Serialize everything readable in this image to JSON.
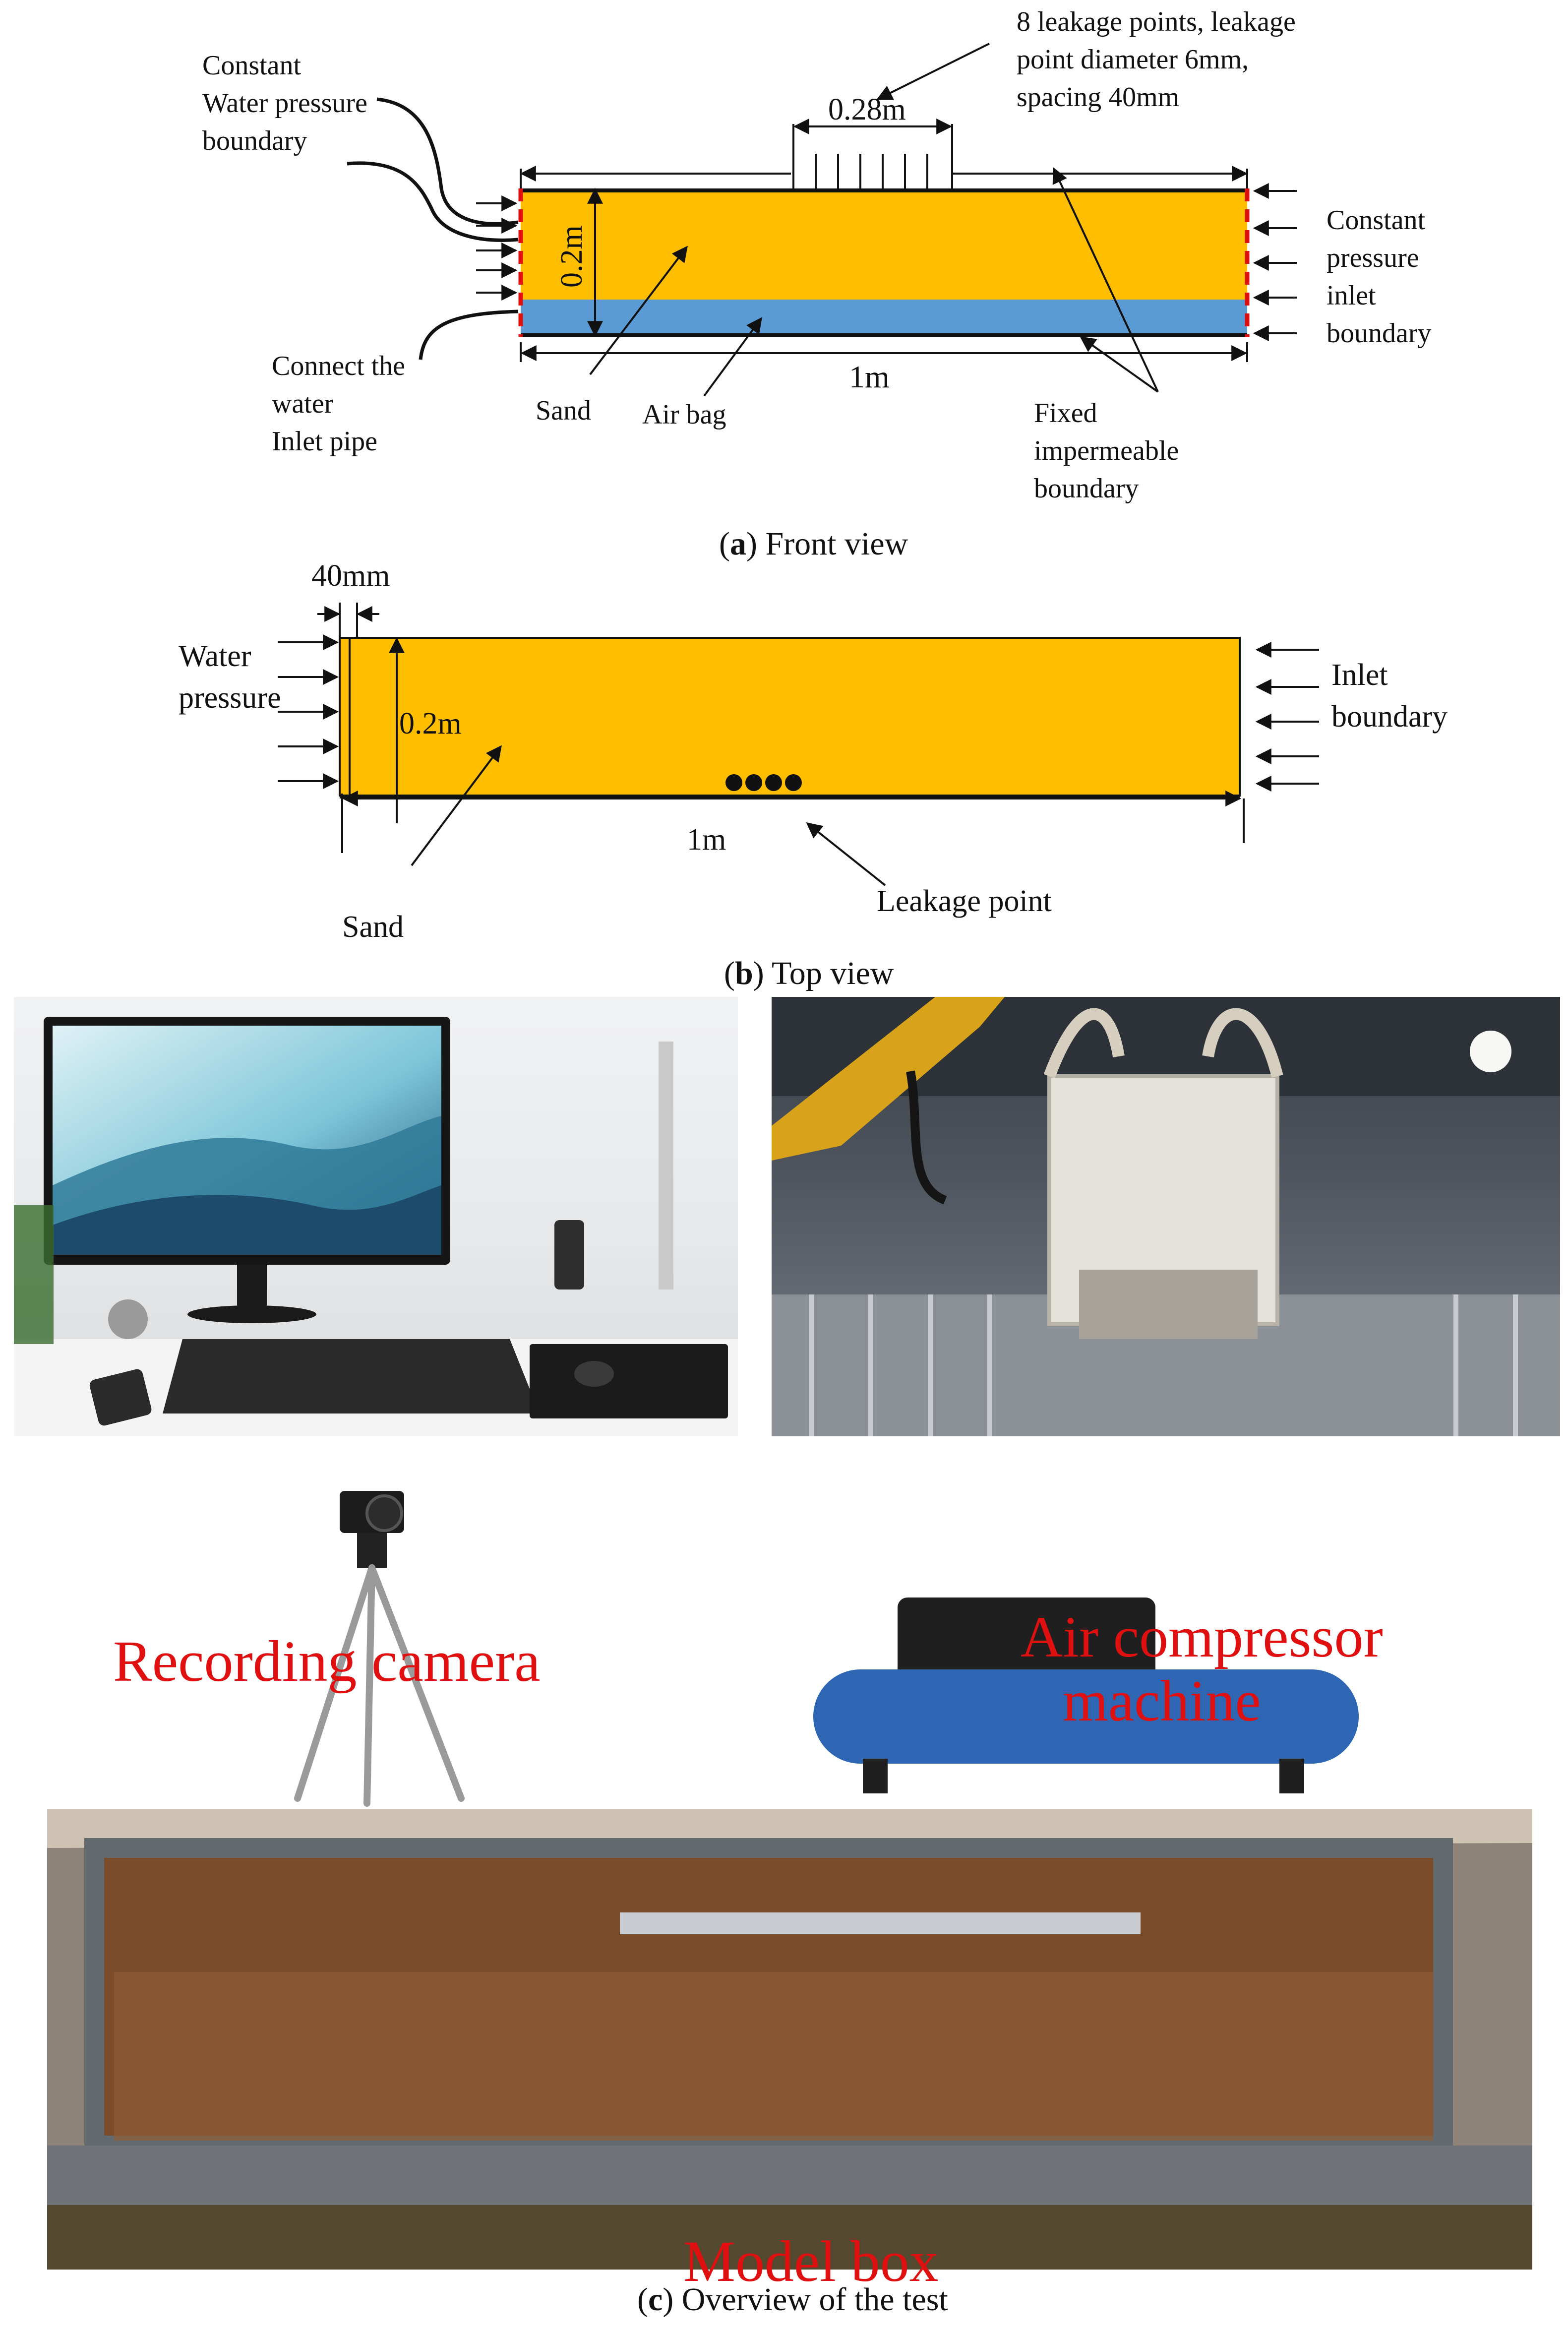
{
  "panel_a": {
    "caption_letter": "a",
    "caption_text": "Front view",
    "dim_top": "0.28m",
    "dim_height": "0.2m",
    "dim_length": "1m",
    "leak_note_l1": "8 leakage points, leakage",
    "leak_note_l2": "point diameter 6mm,",
    "leak_note_l3": "spacing 40mm",
    "left_l1": "Constant",
    "left_l2": "Water pressure",
    "left_l3": "boundary",
    "pipe_l1": "Connect the",
    "pipe_l2": "water",
    "pipe_l3": "Inlet pipe",
    "right_l1": "Constant",
    "right_l2": "pressure",
    "right_l3": "inlet",
    "right_l4": "boundary",
    "sand": "Sand",
    "air_bag": "Air bag",
    "fixed_l1": "Fixed",
    "fixed_l2": "impermeable",
    "fixed_l3": "boundary"
  },
  "panel_b": {
    "caption_letter": "b",
    "caption_text": "Top view",
    "dim_width": "40mm",
    "dim_height": "0.2m",
    "dim_length": "1m",
    "left_l1": "Water",
    "left_l2": "pressure",
    "right_l1": "Inlet",
    "right_l2": "boundary",
    "sand": "Sand",
    "leakage": "Leakage point"
  },
  "panel_c": {
    "caption_letter": "c",
    "caption_text": "Overview of the test",
    "camera_label": "Recording camera",
    "compressor_l1": "Air compressor",
    "compressor_l2": "machine",
    "box_label": "Model box"
  },
  "colors": {
    "sand": "#ffbf00",
    "air_bag": "#5b9bd5",
    "label_red": "#e01010",
    "boundary_dash": "#e01010"
  }
}
